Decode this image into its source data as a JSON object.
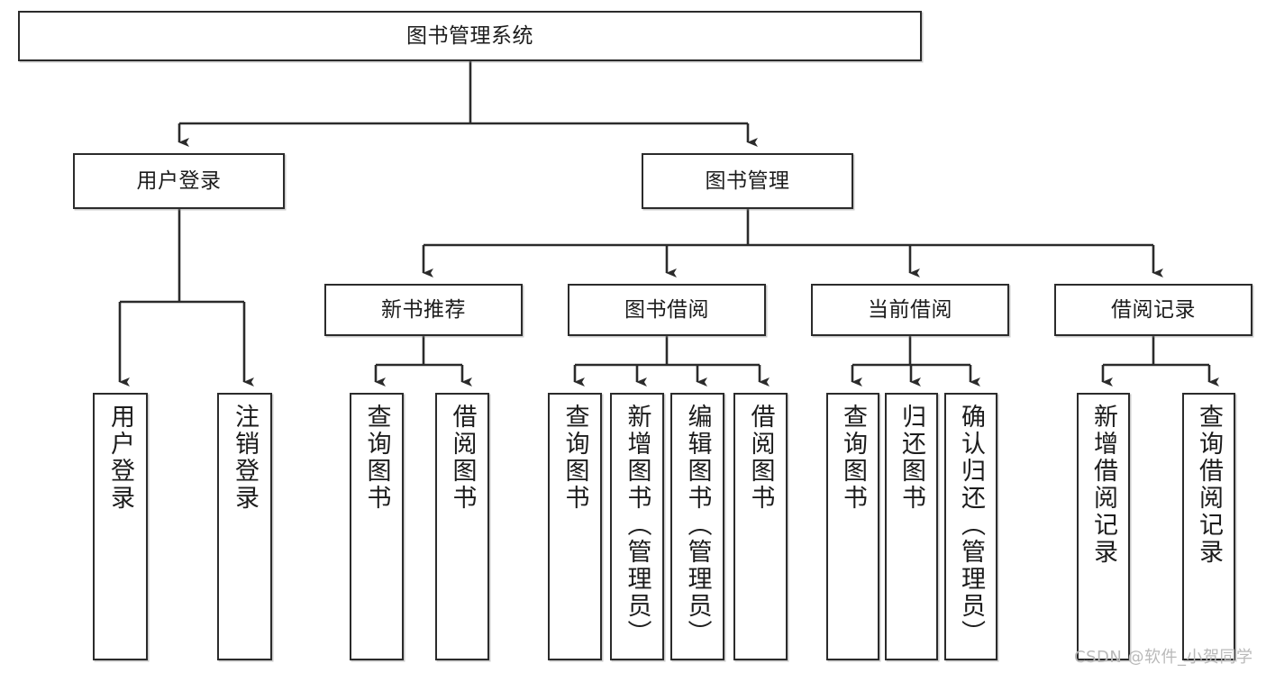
{
  "diagram": {
    "title": "图书管理系统",
    "type": "tree-hierarchy",
    "colors": {
      "box_border": "#2b2b2b",
      "box_fill": "#ffffff",
      "connector": "#2b2b2b",
      "watermark": "#b9b9b9",
      "background": "#ffffff"
    },
    "root": {
      "label": "图书管理系统"
    },
    "level2": [
      {
        "label": "用户登录"
      },
      {
        "label": "图书管理"
      }
    ],
    "level3": [
      {
        "label": "新书推荐"
      },
      {
        "label": "图书借阅"
      },
      {
        "label": "当前借阅"
      },
      {
        "label": "借阅记录"
      }
    ],
    "leaves": {
      "user_login": [
        {
          "label": "用户登录"
        },
        {
          "label": "注销登录"
        }
      ],
      "new_book": [
        {
          "label": "查询图书"
        },
        {
          "label": "借阅图书"
        }
      ],
      "book_borrow": [
        {
          "label": "查询图书"
        },
        {
          "label": "新增图书（管理员）"
        },
        {
          "label": "编辑图书（管理员）"
        },
        {
          "label": "借阅图书"
        }
      ],
      "current_borrow": [
        {
          "label": "查询图书"
        },
        {
          "label": "归还图书"
        },
        {
          "label": "确认归还（管理员）"
        }
      ],
      "borrow_record": [
        {
          "label": "新增借阅记录"
        },
        {
          "label": "查询借阅记录"
        }
      ]
    },
    "watermark": "CSDN @软件_小贺同学"
  }
}
